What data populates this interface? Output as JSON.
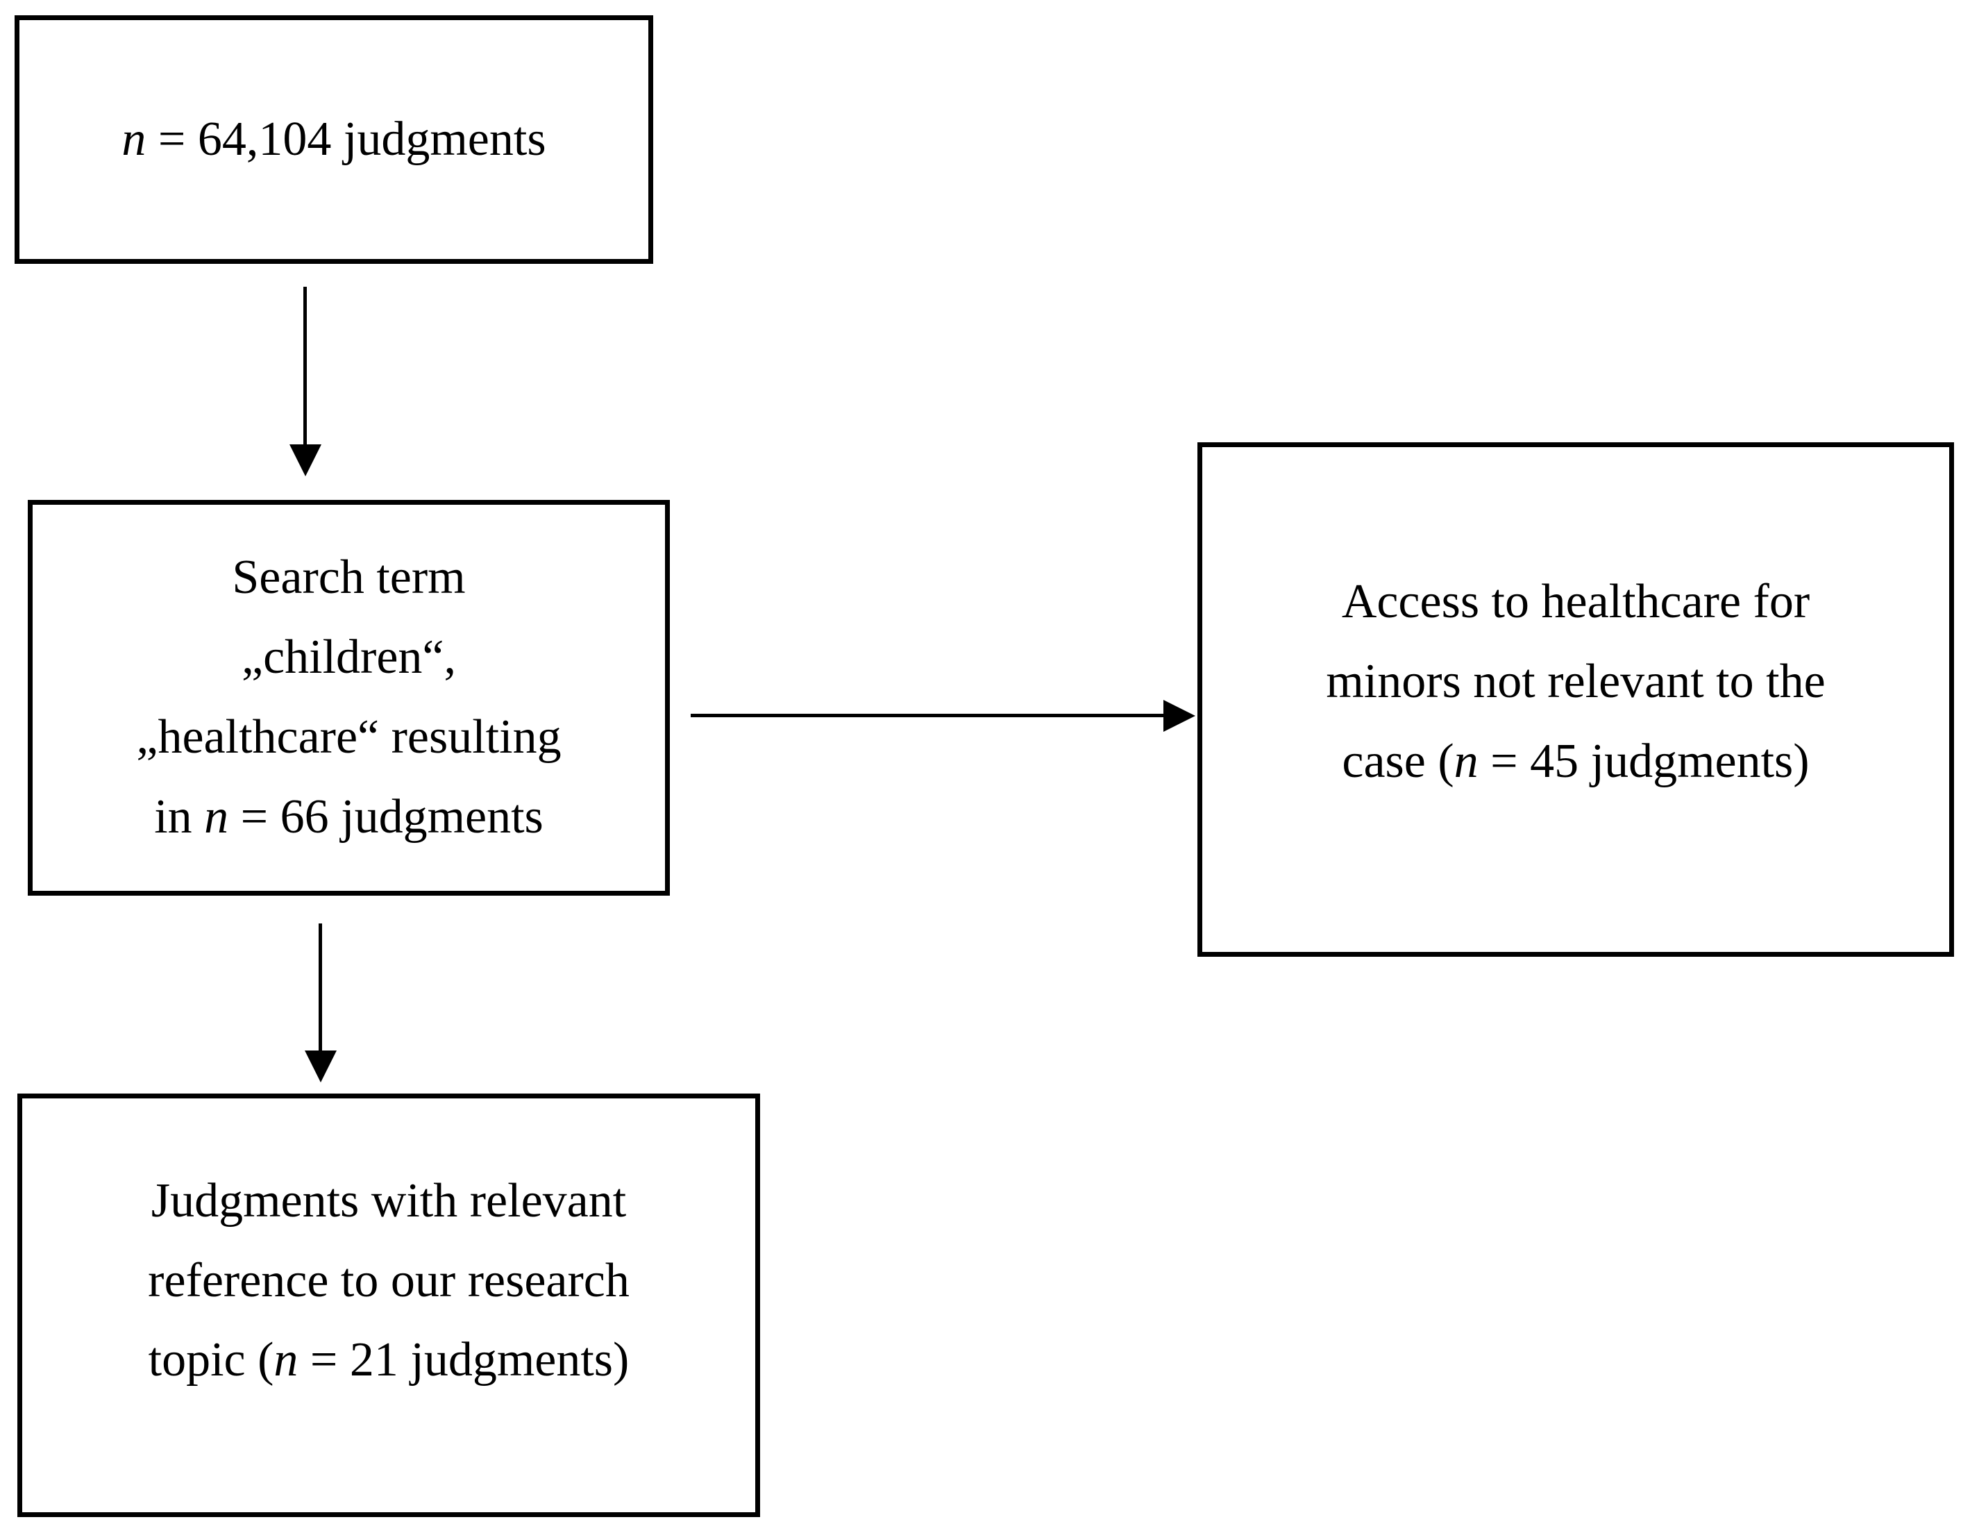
{
  "figure": {
    "type": "flowchart",
    "background": "#ffffff",
    "stroke_color": "#000000",
    "boxes": {
      "total": {
        "lines": [
          [
            "n",
            " = 64,104 judgments"
          ]
        ]
      },
      "search": {
        "lines": [
          [
            "Search term"
          ],
          [
            "„children“,"
          ],
          [
            "„healthcare“ resulting"
          ],
          [
            "in ",
            "n",
            " = 66 judgments"
          ]
        ]
      },
      "excluded": {
        "lines": [
          [
            "Access to healthcare for"
          ],
          [
            "minors not relevant to the"
          ],
          [
            "case (",
            "n",
            " = 45 judgments)"
          ]
        ]
      },
      "included": {
        "lines": [
          [
            "Judgments with relevant"
          ],
          [
            "reference to our research"
          ],
          [
            "topic (",
            "n",
            " = 21 judgments)"
          ]
        ]
      }
    },
    "flow": {
      "arrow1": "total -> search",
      "arrow2": "search -> excluded",
      "arrow3": "search -> included"
    }
  }
}
